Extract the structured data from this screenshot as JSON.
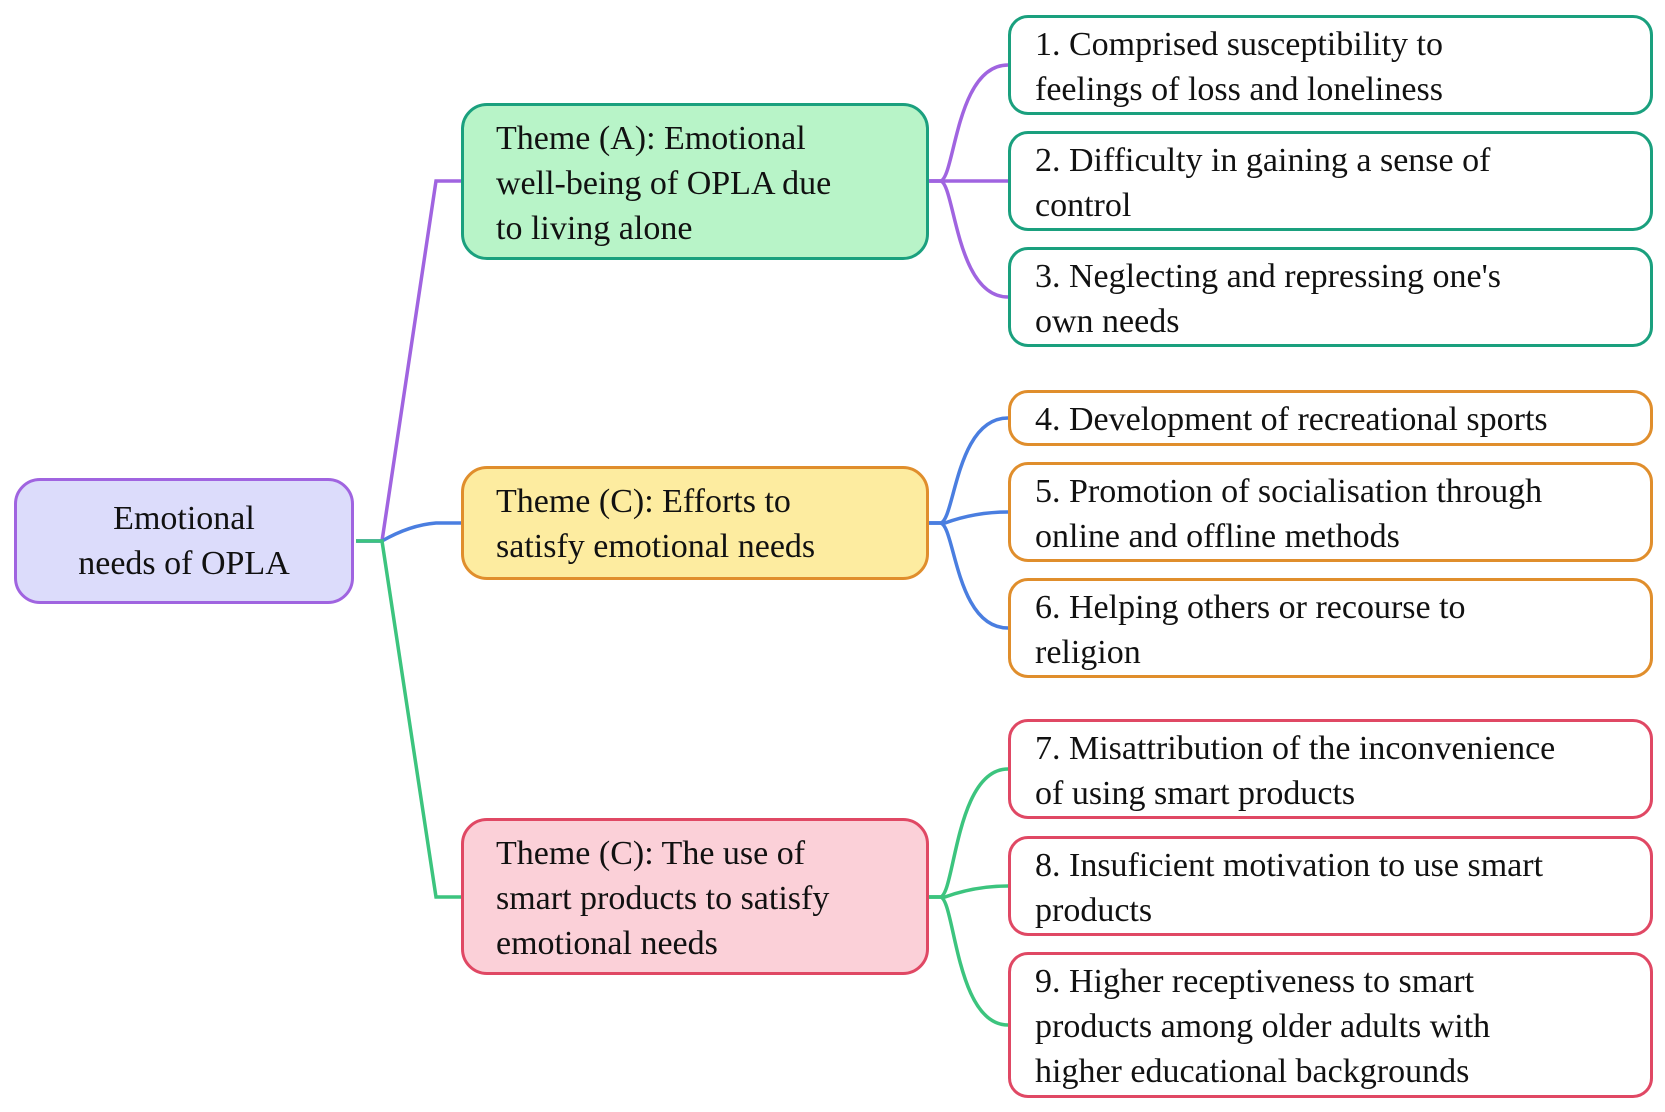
{
  "colors": {
    "purple": "#a064e0",
    "blue": "#4a7ee0",
    "green_line": "#3cc47e",
    "teal": "#1aa07e",
    "orange": "#e08e2c",
    "red": "#e04864"
  },
  "root": {
    "label": "Emotional\nneeds of OPLA"
  },
  "themes": [
    {
      "label": "Theme (A): Emotional\nwell-being of OPLA due\nto living alone"
    },
    {
      "label": "Theme (C):  Efforts to\nsatisfy emotional needs"
    },
    {
      "label": "Theme (C): The use of\nsmart products to satisfy\nemotional needs"
    }
  ],
  "items": [
    {
      "label": "1. Comprised susceptibility to\nfeelings of loss and loneliness"
    },
    {
      "label": "2. Difficulty in gaining a sense of\ncontrol"
    },
    {
      "label": "3. Neglecting and repressing one's\nown needs"
    },
    {
      "label": "4. Development of recreational sports"
    },
    {
      "label": "5. Promotion of socialisation through\nonline and offline methods"
    },
    {
      "label": "6. Helping others or recourse to\nreligion"
    },
    {
      "label": "7. Misattribution of the inconvenience\nof using smart products"
    },
    {
      "label": "8. Insuficient motivation to use smart\nproducts"
    },
    {
      "label": "9. Higher receptiveness to smart\nproducts among older adults with\nhigher educational backgrounds"
    }
  ]
}
